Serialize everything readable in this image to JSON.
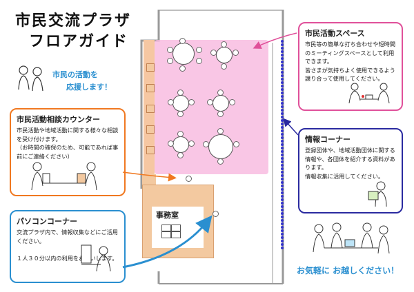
{
  "header": {
    "title_line1": "市民交流プラザ",
    "title_line2": "フロアガイド",
    "slogan_line1": "市民の活動を",
    "slogan_line2": "応援します！"
  },
  "sections": {
    "activity_space": {
      "title": "市民活動スペース",
      "text": "市民等の簡単な打ち合わせや短時間のミーティングスペースとして利用できます。\n皆さまが気持ちよく使用できるよう譲り合って使用してください。",
      "color": "#e0509a"
    },
    "consult_counter": {
      "title": "市民活動相談カウンター",
      "text": "市民活動や地域活動に関する様々な相談を受け付けます。\n（お時間の確保のため、可能であれば事前にご連絡ください）",
      "color": "#f07820"
    },
    "info_corner": {
      "title": "情報コーナー",
      "text": "登録団体や、地域活動団体に関する情報や、各団体を紹介する資料があります。\n情報収集に活用してください。",
      "color": "#2a2aa0"
    },
    "pc_corner": {
      "title": "パソコンコーナー",
      "text": "交流プラザ内で、情報収集などにご活用ください。\n\n１人３０分以内の利用をお願いします。",
      "color": "#2a8fd0"
    }
  },
  "map": {
    "office_label": "事務室"
  },
  "footer": {
    "message": "お気軽に お越しください！"
  }
}
